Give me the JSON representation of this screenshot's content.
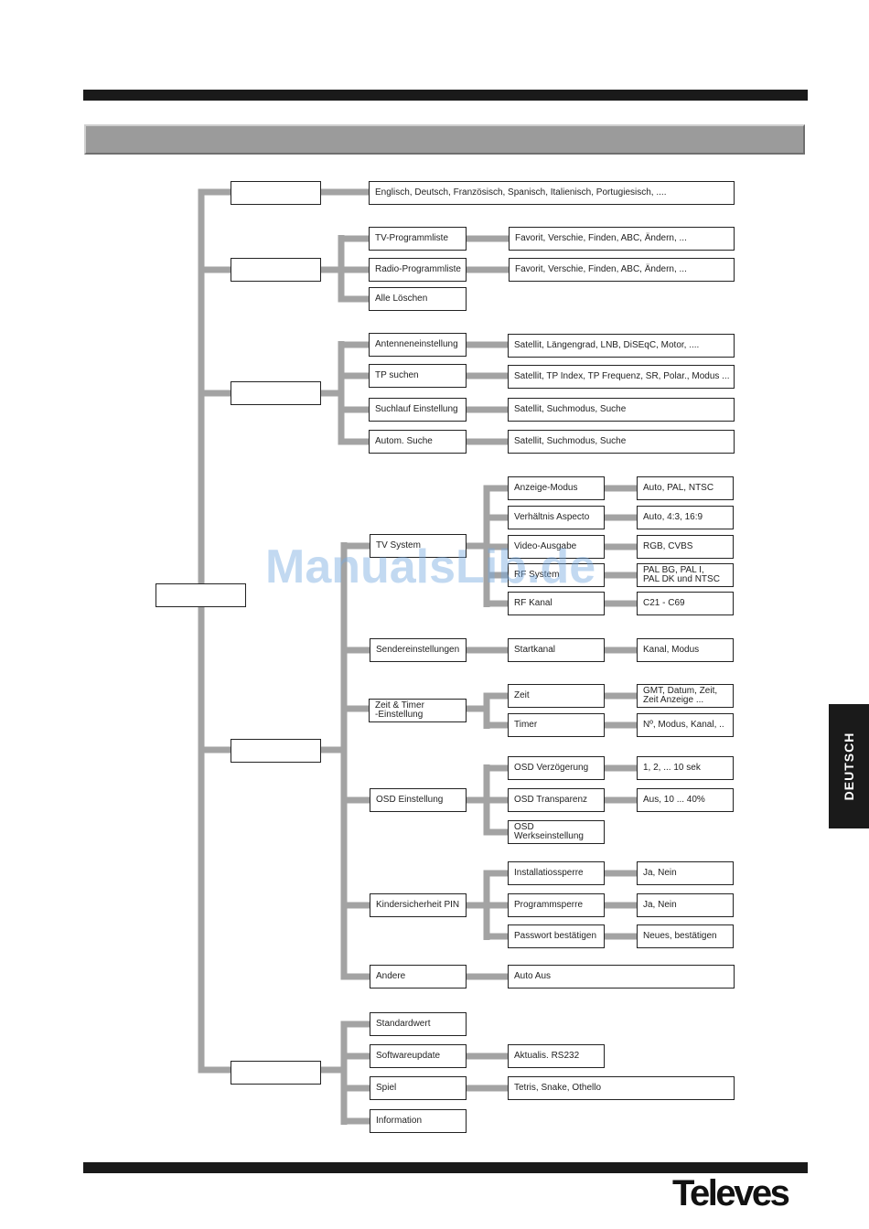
{
  "side_tab": "DEUTSCH",
  "logo": "Televes",
  "watermark": "ManualsLib.de",
  "l2": {
    "lang": "",
    "prog": "",
    "inst": "",
    "cfg": "",
    "tools": "",
    "root": ""
  },
  "b": {
    "lang_list": "Englisch, Deutsch, Französisch, Spanisch, Italienisch, Portugiesisch, ....",
    "tv_list": "TV-Programmliste",
    "tv_list_opts": "Favorit, Verschie, Finden, ABC, Ändern, ...",
    "radio_list": "Radio-Programmliste",
    "radio_list_opts": "Favorit, Verschie, Finden, ABC, Ändern, ...",
    "delete_all": "Alle Löschen",
    "antenna": "Antenneneinstellung",
    "antenna_opts": "Satellit, Längengrad, LNB, DiSEqC, Motor, ....",
    "tp_search": "TP suchen",
    "tp_search_opts": "Satellit, TP Index, TP Frequenz, SR, Polar., Modus ...",
    "scan_setting": "Suchlauf Einstellung",
    "scan_setting_opts": "Satellit, Suchmodus, Suche",
    "auto_search": "Autom. Suche",
    "auto_search_opts": "Satellit, Suchmodus, Suche",
    "tv_system": "TV System",
    "display_mode": "Anzeige-Modus",
    "display_mode_opts": "Auto, PAL, NTSC",
    "aspect": "Verhältnis Aspecto",
    "aspect_opts": "Auto, 4:3, 16:9",
    "video_out": "Video-Ausgabe",
    "video_out_opts": "RGB, CVBS",
    "rf_system": "RF System",
    "rf_system_opts": "PAL BG, PAL I,\nPAL DK und NTSC",
    "rf_channel": "RF Kanal",
    "rf_channel_opts": "C21 - C69",
    "station": "Sendereinstellungen",
    "start_channel": "Startkanal",
    "start_channel_opts": "Kanal, Modus",
    "time_timer": "Zeit & Timer\n-Einstellung",
    "time": "Zeit",
    "time_opts": "GMT, Datum, Zeit,\nZeit Anzeige ...",
    "timer": "Timer",
    "timer_opts": "Nº, Modus, Kanal, ..",
    "osd": "OSD Einstellung",
    "osd_delay": "OSD Verzögerung",
    "osd_delay_opts": "1, 2, ... 10 sek",
    "osd_trans": "OSD Transparenz",
    "osd_trans_opts": "Aus, 10 ... 40%",
    "osd_factory": "OSD\nWerkseinstellung",
    "pin": "Kindersicherheit PIN",
    "install_lock": "Installatiossperre",
    "install_lock_opts": "Ja, Nein",
    "prog_lock": "Programmsperre",
    "prog_lock_opts": "Ja, Nein",
    "pw_confirm": "Passwort bestätigen",
    "pw_confirm_opts": "Neues, bestätigen",
    "other": "Andere",
    "auto_off": "Auto Aus",
    "default": "Standardwert",
    "sw_update": "Softwareupdate",
    "sw_update_opts": "Aktualis. RS232",
    "game": "Spiel",
    "game_opts": "Tetris, Snake, Othello",
    "info": "Information"
  },
  "colors": {
    "line": "#a3a3a3",
    "bar": "#1a1a1a",
    "band": "#9b9b9b"
  }
}
